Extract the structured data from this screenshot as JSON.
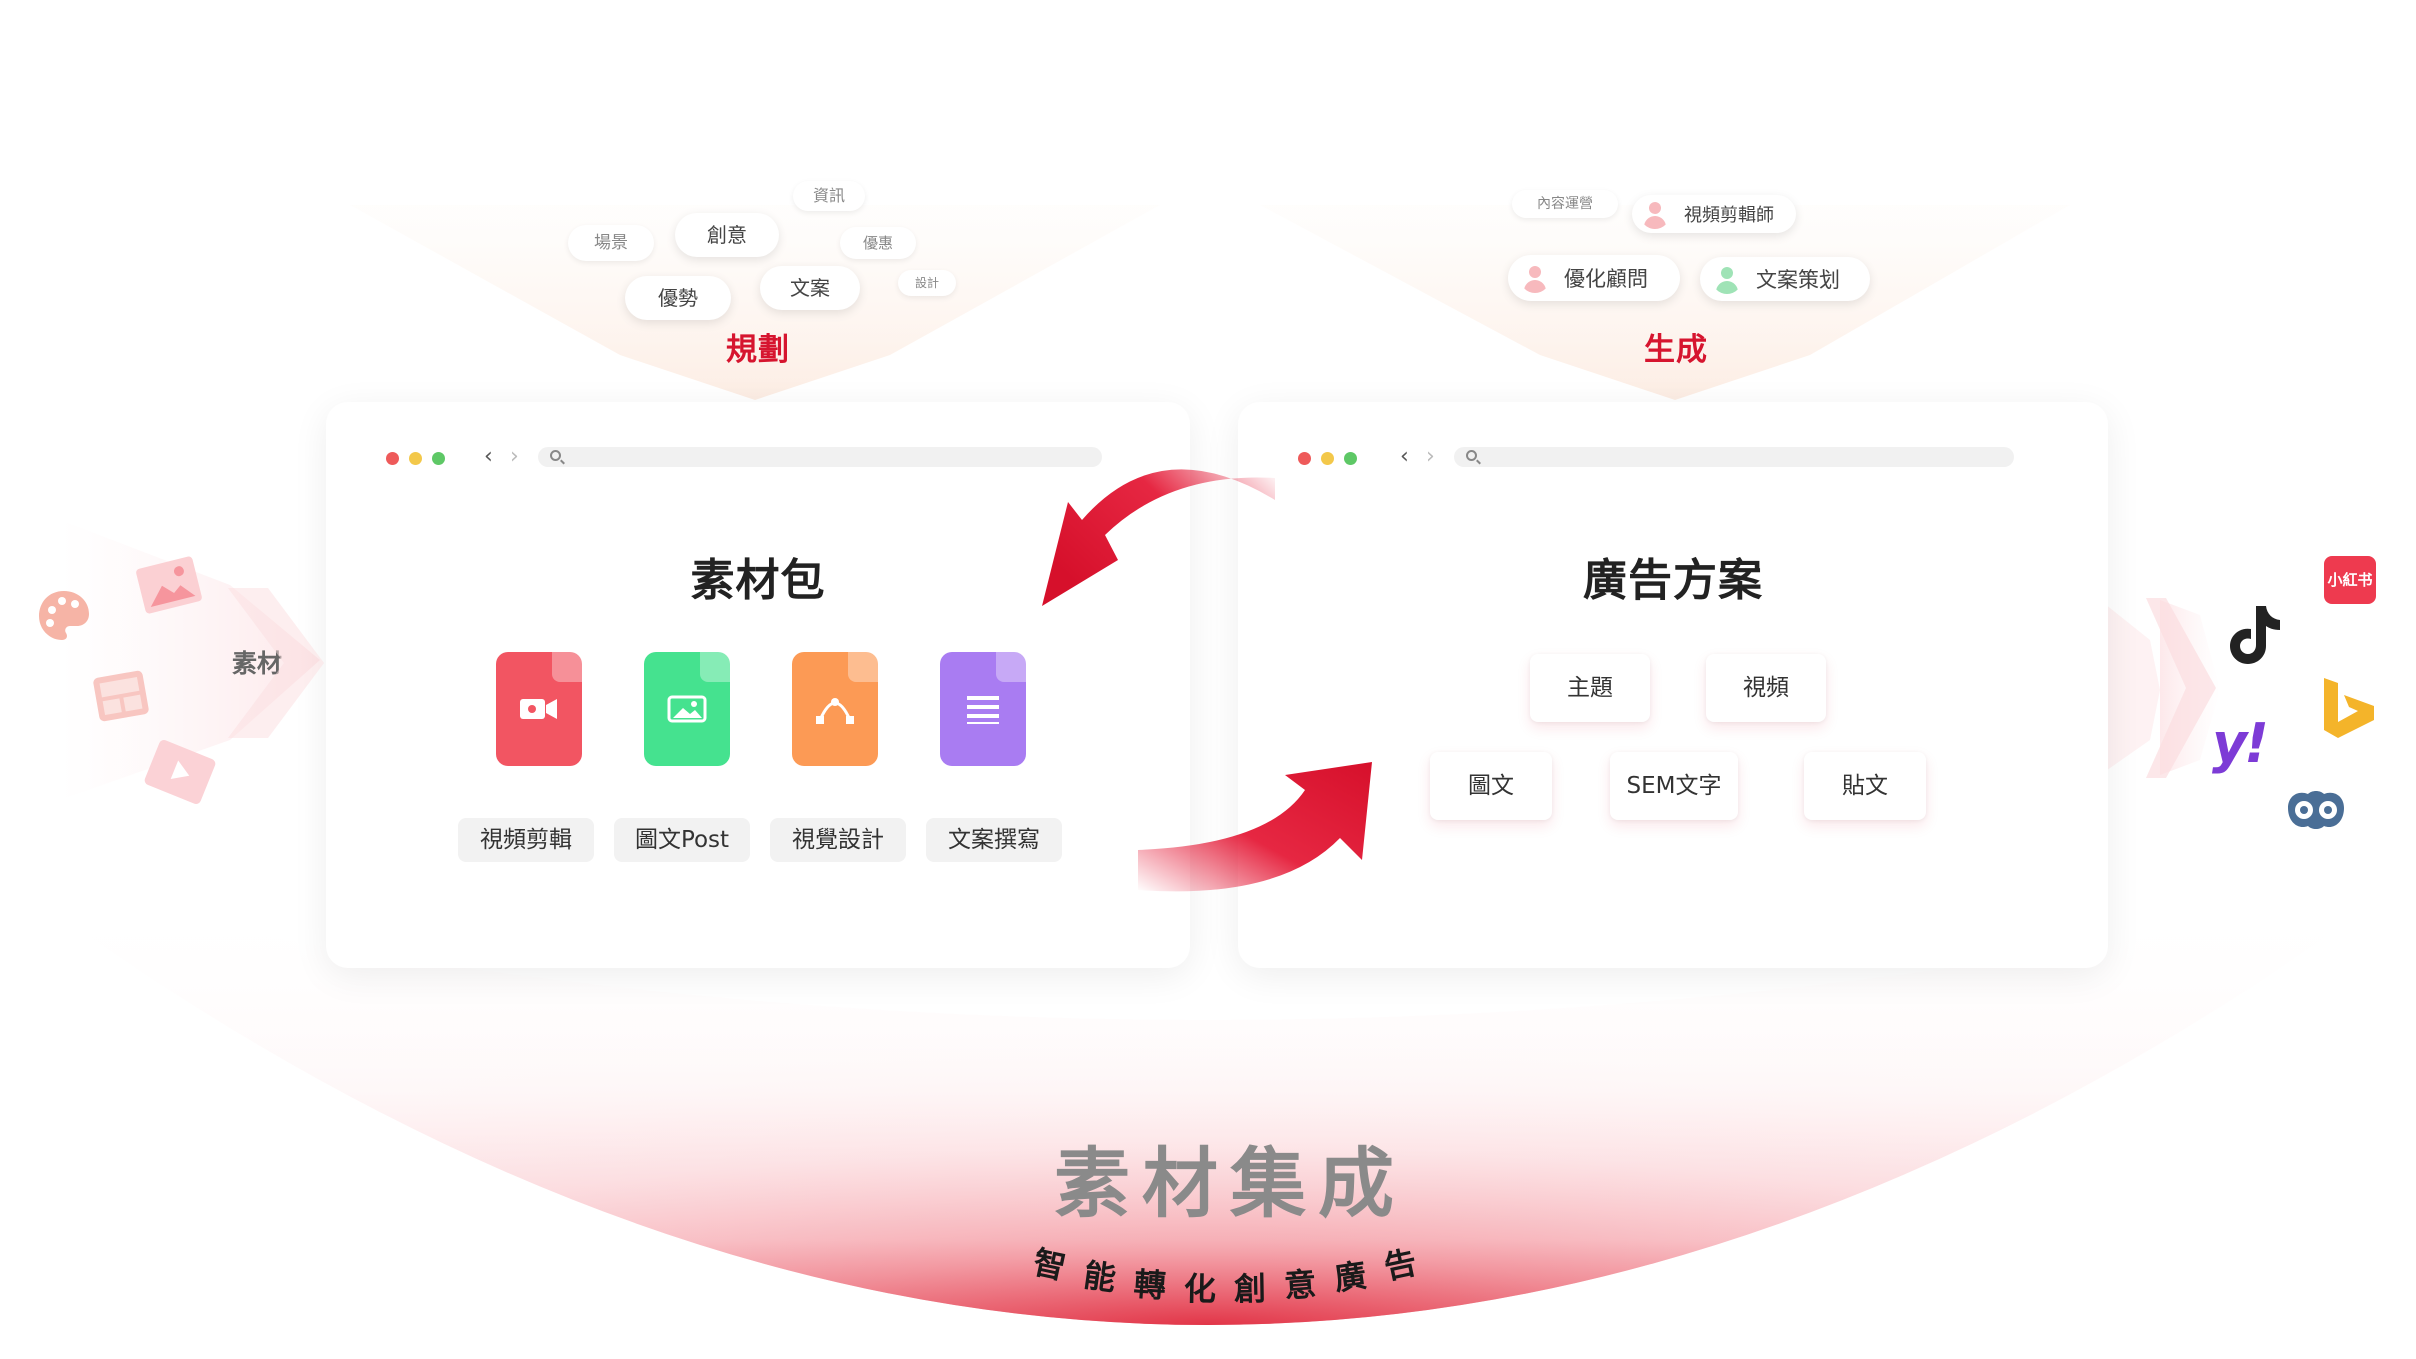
{
  "funnels": {
    "left_label": "規劃",
    "right_label": "生成",
    "left_tags": [
      "資訊",
      "場景",
      "創意",
      "優惠",
      "優勢",
      "文案",
      "設計"
    ],
    "right_tags": {
      "plain": "內容運營",
      "people": [
        "視頻剪輯師",
        "優化顧問",
        "文案策划"
      ]
    }
  },
  "left_window": {
    "title": "素材包",
    "files": [
      {
        "icon": "video-file-icon",
        "color": "#f25562",
        "label": "視頻剪輯"
      },
      {
        "icon": "image-file-icon",
        "color": "#45e28f",
        "label": "圖文Post"
      },
      {
        "icon": "design-file-icon",
        "color": "#fc9a55",
        "label": "視覺設計"
      },
      {
        "icon": "document-file-icon",
        "color": "#a97cf2",
        "label": "文案撰寫"
      }
    ]
  },
  "right_window": {
    "title": "廣告方案",
    "cards": [
      "主題",
      "視頻",
      "圖文",
      "SEM文字",
      "貼文"
    ]
  },
  "left_side": {
    "label": "素材",
    "icons": [
      "palette-icon",
      "image-icon",
      "film-icon",
      "video-play-icon"
    ]
  },
  "right_side": {
    "logos": [
      "xiaohongshu-logo",
      "tiktok-logo",
      "bing-logo",
      "yahoo-logo",
      "owl-logo"
    ],
    "xiaohongshu_text": "小紅书",
    "yahoo_text": "y!"
  },
  "bottom": {
    "title": "素材集成",
    "subtitle": [
      "智",
      "能",
      "轉",
      "化",
      "創",
      "意",
      "廣",
      "告"
    ]
  },
  "colors": {
    "brand_red": "#d6152f",
    "arrow_red": "#e30f2d",
    "dot_red": "#ee5a5a",
    "dot_yellow": "#f3c84a",
    "dot_green": "#5ec866"
  }
}
